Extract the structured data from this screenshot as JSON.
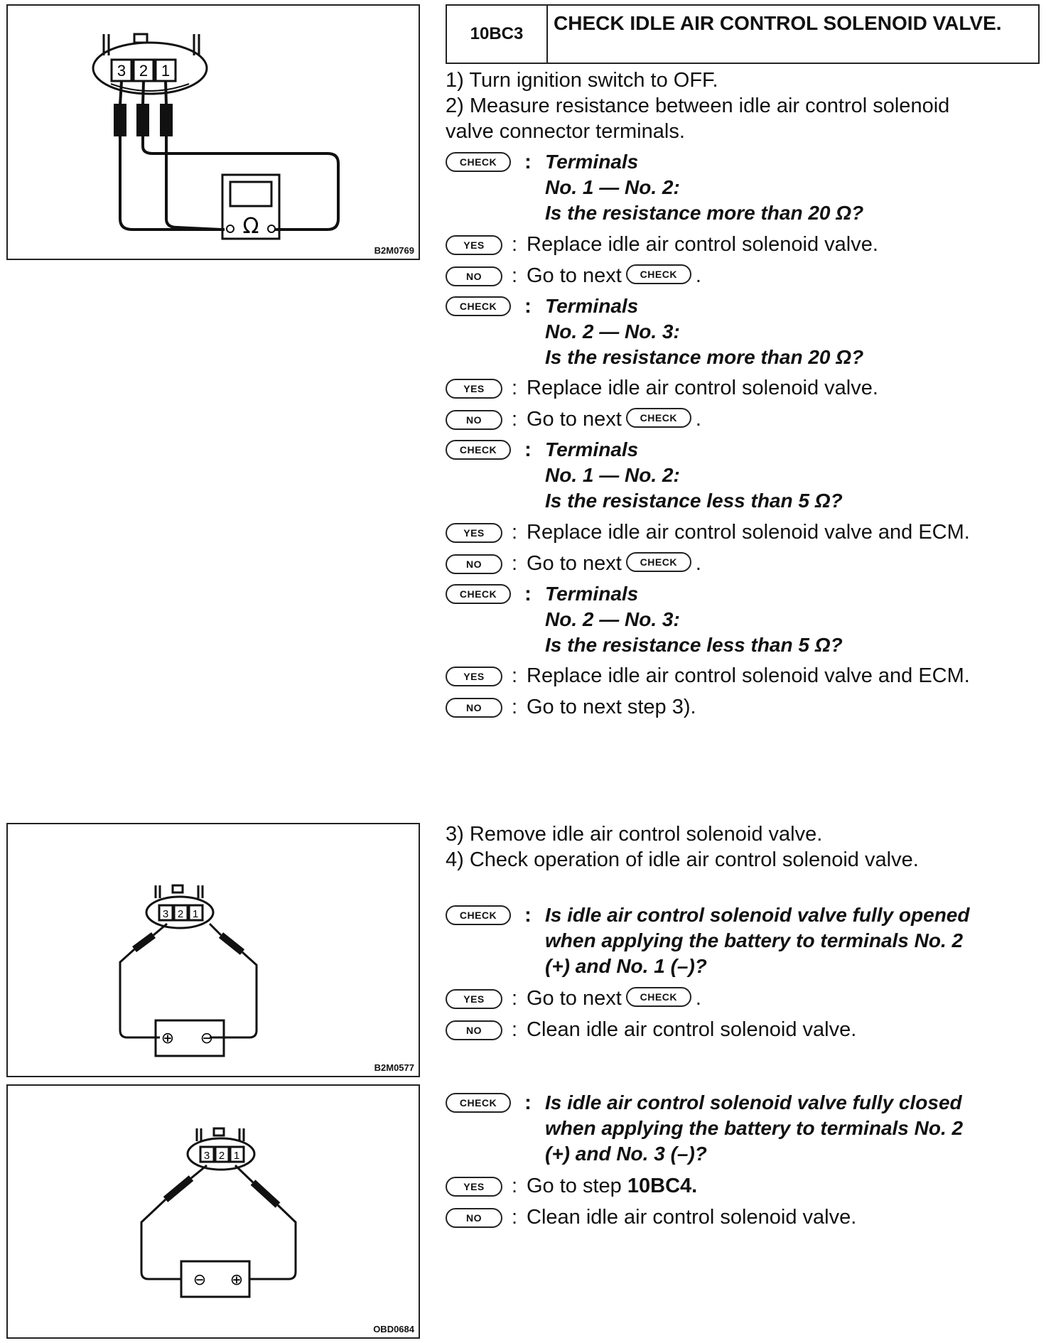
{
  "header": {
    "code": "10BC3",
    "title": "CHECK IDLE AIR CONTROL SOLENOID VALVE."
  },
  "steps": {
    "s1": "1)  Turn ignition switch to OFF.",
    "s2a": "2)  Measure resistance between idle air control solenoid",
    "s2b": "valve connector terminals.",
    "s3": "3)  Remove idle air control solenoid valve.",
    "s4": "4)  Check operation of idle air control solenoid valve."
  },
  "badges": {
    "check": "CHECK",
    "yes": "YES",
    "no": "NO"
  },
  "checks": [
    {
      "lines": [
        "Terminals",
        "No. 1 — No. 2:",
        "Is the resistance more than 20 Ω?"
      ],
      "yes": "Replace idle air control solenoid valve.",
      "no_prefix": "Go to next",
      "no_suffix": "."
    },
    {
      "lines": [
        "Terminals",
        "No. 2 — No. 3:",
        "Is the resistance more than 20 Ω?"
      ],
      "yes": "Replace idle air control solenoid valve.",
      "no_prefix": "Go to next",
      "no_suffix": "."
    },
    {
      "lines": [
        "Terminals",
        "No. 1 — No. 2:",
        "Is the resistance less than 5 Ω?"
      ],
      "yes": "Replace idle air control solenoid valve and ECM.",
      "no_prefix": "Go to next",
      "no_suffix": "."
    },
    {
      "lines": [
        "Terminals",
        "No. 2 — No. 3:",
        "Is the resistance less than 5 Ω?"
      ],
      "yes": "Replace idle air control solenoid valve and ECM.",
      "no": "Go to next step 3)."
    },
    {
      "lines": [
        "Is idle air control solenoid valve fully opened",
        "when applying the battery to terminals No. 2",
        "(+) and No. 1 (–)?"
      ],
      "yes_prefix": "Go to next",
      "yes_suffix": ".",
      "no": "Clean idle air control solenoid valve."
    },
    {
      "lines": [
        "Is idle air control solenoid valve fully closed",
        "when applying the battery to terminals No. 2",
        "(+) and No. 3 (–)?"
      ],
      "yes_prefix": "Go to step",
      "yes_bold": "10BC4",
      "yes_suffix": ".",
      "no": "Clean idle air control solenoid valve."
    }
  ],
  "figures": {
    "fig1": {
      "id": "B2M0769",
      "terminals": [
        "3",
        "2",
        "1"
      ],
      "meter_symbol": "Ω"
    },
    "fig2": {
      "id": "B2M0577",
      "terminals": [
        "3",
        "2",
        "1"
      ],
      "battery": [
        "⊕",
        "⊖"
      ]
    },
    "fig3": {
      "id": "OBD0684",
      "terminals": [
        "3",
        "2",
        "1"
      ],
      "battery": [
        "⊖",
        "⊕"
      ]
    }
  }
}
